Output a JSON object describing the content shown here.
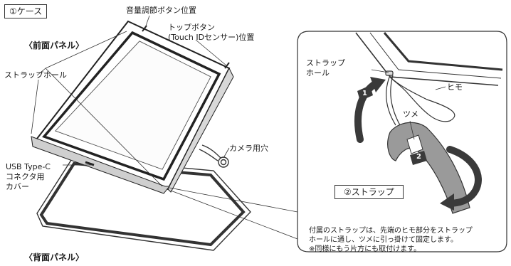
{
  "section_label": "①ケース",
  "front_panel_label": "〈前面パネル〉",
  "back_panel_label": "〈背面パネル〉",
  "volume_button_label": "音量調節ボタン位置",
  "top_button_label": {
    "line1": "トップボタン",
    "line2": "(Touch IDセンサー)位置"
  },
  "strap_hole_left": "ストラップホール",
  "usb_cover_label": {
    "line1": "USB Type-C",
    "line2": "コネクタ用",
    "line3": "カバー"
  },
  "camera_hole_label": "カメラ用穴",
  "detail": {
    "strap_hole_label": {
      "line1": "ストラップ",
      "line2": "ホール"
    },
    "string_label": "ヒモ",
    "tab_label": "ツメ",
    "step1": "1",
    "step2": "2",
    "strap_section_label": "②ストラップ",
    "instructions": [
      "付属のストラップは、先端のヒモ部分をストラップ",
      "ホールに通し、ツメに引っ掛けて固定します。",
      "※同様にもう片方にも取付けます。"
    ]
  }
}
